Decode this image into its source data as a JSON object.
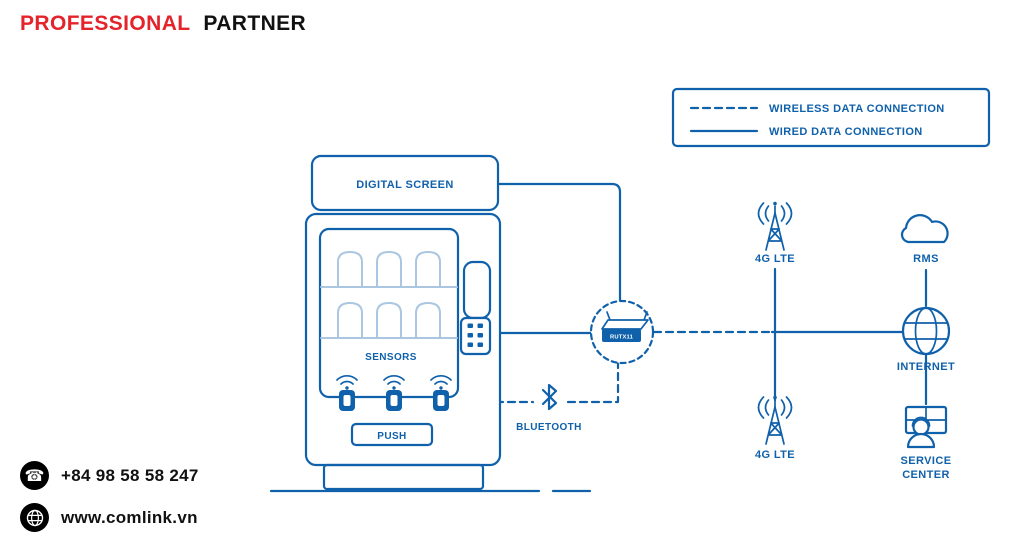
{
  "header": {
    "brand_red": "PROFESSIONAL",
    "brand_black": "PARTNER"
  },
  "legend": {
    "wireless_label": "WIRELESS DATA CONNECTION",
    "wired_label": "WIRED DATA CONNECTION"
  },
  "machine": {
    "digital_screen_label": "DIGITAL SCREEN",
    "sensors_label": "SENSORS",
    "push_label": "PUSH"
  },
  "router": {
    "model_label": "RUTX11"
  },
  "bluetooth": {
    "label": "BLUETOOTH"
  },
  "network": {
    "lte_top_label": "4G LTE",
    "lte_bottom_label": "4G LTE",
    "rms_label": "RMS",
    "internet_label": "INTERNET",
    "service_center_line1": "SERVICE",
    "service_center_line2": "CENTER"
  },
  "contact": {
    "phone": "+84 98 58 58 247",
    "website": "www.comlink.vn"
  },
  "colors": {
    "diagram_blue": "#1061ab",
    "light_blue": "#aac6e1",
    "brand_red": "#e4232b",
    "text_black": "#111111"
  }
}
